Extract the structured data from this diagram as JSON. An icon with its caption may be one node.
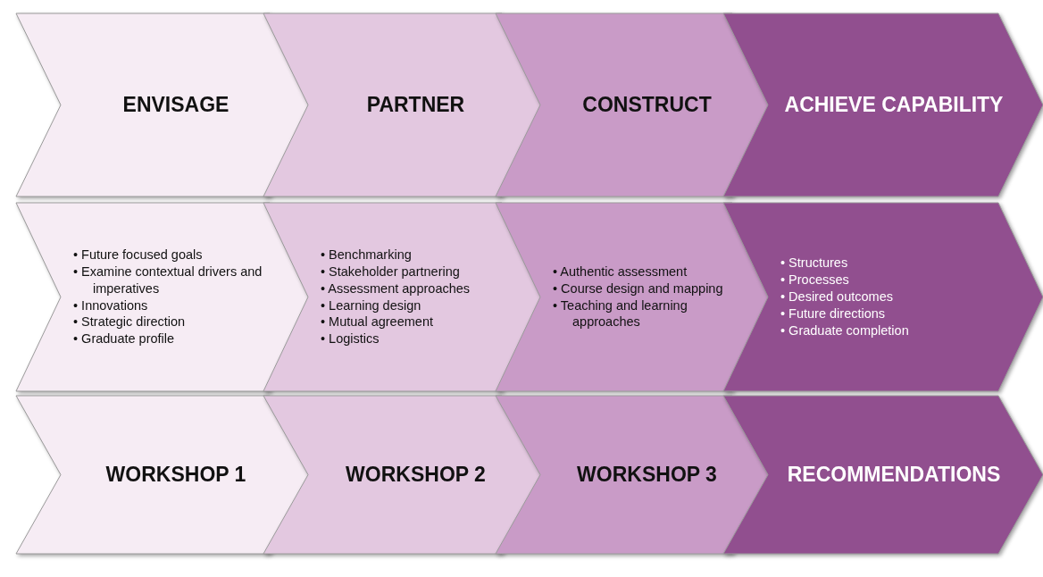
{
  "diagram": {
    "nodes": [
      {
        "text": [
          "ENVISAGE"
        ]
      },
      {
        "text": [
          "PARTNER"
        ]
      },
      {
        "text": [
          "CONSTRUCT"
        ]
      },
      {
        "text": [
          "ACHIEVE CAPABILITY"
        ]
      },
      {
        "text": [
          "• Future focused goals",
          "• Examine contextual drivers and imperatives",
          "• Innovations",
          "• Strategic direction",
          "• Graduate profile"
        ]
      },
      {
        "text": [
          "• Benchmarking",
          "• Stakeholder partnering",
          "• Assessment approaches",
          "• Learning design",
          "• Mutual agreement",
          "• Logistics"
        ]
      },
      {
        "text": [
          "• Authentic assessment",
          "• Course design and mapping",
          "• Teaching and learning approaches"
        ]
      },
      {
        "text": [
          "• Structures",
          "• Processes",
          "• Desired outcomes",
          "• Future directions",
          "• Graduate completion"
        ]
      },
      {
        "text": [
          "WORKSHOP 1"
        ]
      },
      {
        "text": [
          "WORKSHOP 2"
        ]
      },
      {
        "text": [
          "WORKSHOP 3"
        ]
      },
      {
        "text": [
          "RECOMMENDATIONS"
        ]
      }
    ]
  }
}
